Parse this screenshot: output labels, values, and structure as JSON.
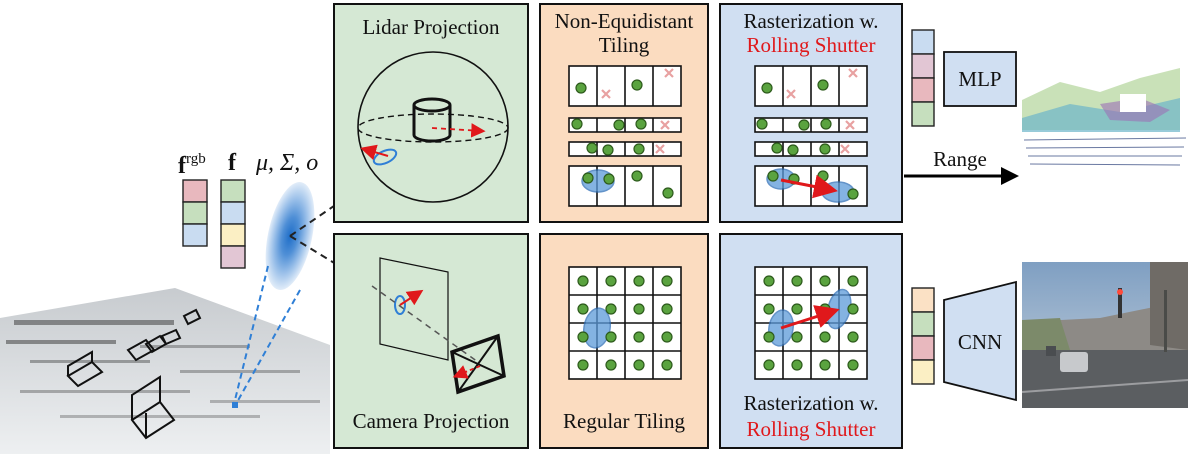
{
  "panels": {
    "lidar_projection": "Lidar Projection",
    "camera_projection": "Camera Projection",
    "non_equidistant_tiling_line1": "Non-Equidistant",
    "non_equidistant_tiling_line2": "Tiling",
    "regular_tiling": "Regular Tiling",
    "rasterization_top_line1": "Rasterization w.",
    "rasterization_top_line2": "Rolling Shutter",
    "rasterization_bottom_line1": "Rasterization w.",
    "rasterization_bottom_line2": "Rolling Shutter"
  },
  "features": {
    "f_rgb": "f",
    "f_rgb_sup": "rgb",
    "f": "f",
    "gaussian_params": "μ, Σ, o"
  },
  "decoders": {
    "mlp": "MLP",
    "cnn": "CNN",
    "range": "Range"
  },
  "colors": {
    "panel_green": "#d5e8d4",
    "panel_orange": "#fbdcc0",
    "panel_blue": "#d0dff2",
    "gaussian_blue": "#4f8fd6",
    "point_green": "#6aa84f",
    "arrow_red": "#e0181b",
    "feature_pink": "#e8b8be",
    "feature_green": "#c6dfbe",
    "feature_blue": "#c9dcf1",
    "feature_yellow": "#fbefc4",
    "feature_mauve": "#e2c6d4",
    "feature_peach": "#fbe1c5"
  }
}
